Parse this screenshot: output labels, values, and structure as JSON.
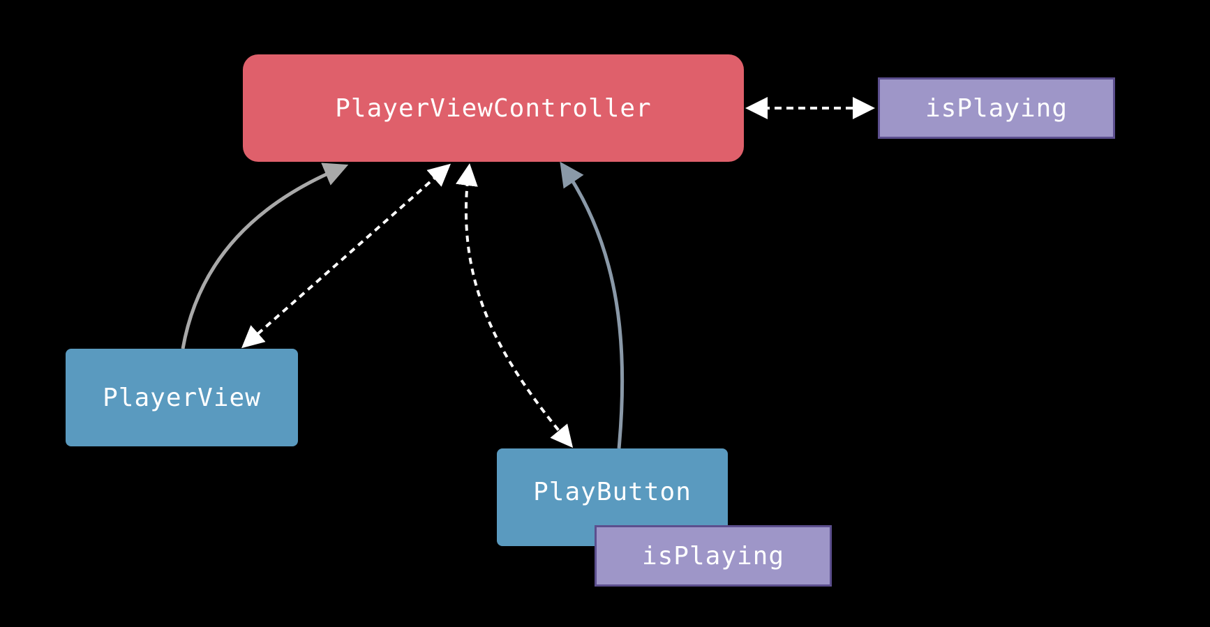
{
  "nodes": {
    "controller": {
      "label": "PlayerViewController",
      "color": "#df606b"
    },
    "player_view": {
      "label": "PlayerView",
      "color": "#5a9abf"
    },
    "play_button": {
      "label": "PlayButton",
      "color": "#5a9abf"
    }
  },
  "states": {
    "controller_state": {
      "label": "isPlaying",
      "color": "#9e96c8"
    },
    "button_state": {
      "label": "isPlaying",
      "color": "#9e96c8"
    }
  },
  "edges": [
    {
      "from": "controller",
      "to": "controller_state",
      "style": "dashed",
      "direction": "both",
      "color": "#ffffff"
    },
    {
      "from": "player_view",
      "to": "controller",
      "style": "solid",
      "direction": "forward",
      "color": "#a9a9a9"
    },
    {
      "from": "controller",
      "to": "player_view",
      "style": "dashed",
      "direction": "both",
      "color": "#ffffff"
    },
    {
      "from": "controller",
      "to": "play_button",
      "style": "dashed",
      "direction": "both",
      "color": "#ffffff"
    },
    {
      "from": "play_button",
      "to": "controller",
      "style": "solid",
      "direction": "forward",
      "color": "#8a99a8"
    }
  ]
}
